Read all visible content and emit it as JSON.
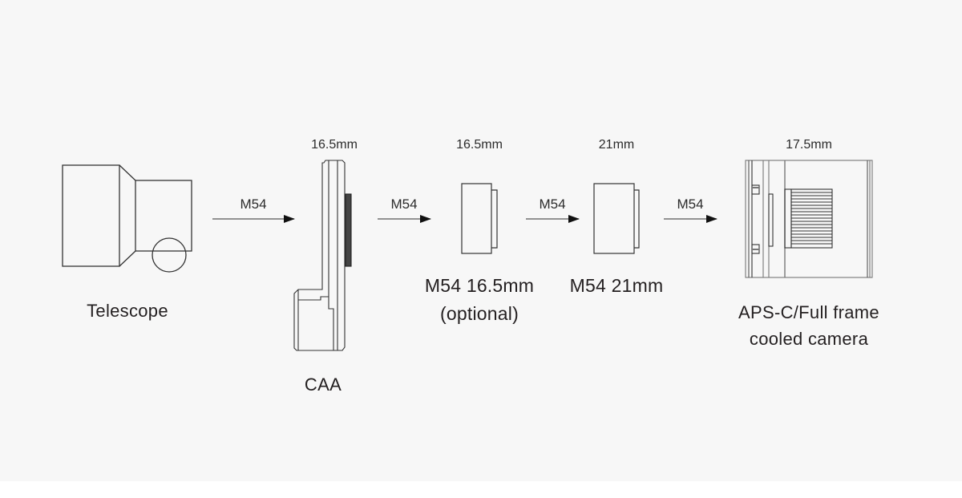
{
  "diagram": {
    "background_color": "#f7f7f7",
    "line_color": "#333333",
    "components": [
      {
        "id": "telescope",
        "label": "Telescope",
        "icon": "telescope-icon"
      },
      {
        "id": "caa",
        "label": "CAA",
        "dimension": "16.5mm",
        "icon": "caa-rotator-icon"
      },
      {
        "id": "extender-16_5",
        "label_line1": "M54 16.5mm",
        "label_line2": "(optional)",
        "dimension": "16.5mm",
        "icon": "extension-tube-icon"
      },
      {
        "id": "extender-21",
        "label": "M54 21mm",
        "dimension": "21mm",
        "icon": "extension-tube-icon"
      },
      {
        "id": "camera",
        "label_line1": "APS-C/Full frame",
        "label_line2": "cooled camera",
        "dimension": "17.5mm",
        "icon": "cooled-camera-icon"
      }
    ],
    "connections": [
      {
        "label": "M54",
        "from": "telescope",
        "to": "caa"
      },
      {
        "label": "M54",
        "from": "caa",
        "to": "extender-16_5"
      },
      {
        "label": "M54",
        "from": "extender-16_5",
        "to": "extender-21"
      },
      {
        "label": "M54",
        "from": "extender-21",
        "to": "camera"
      }
    ]
  }
}
